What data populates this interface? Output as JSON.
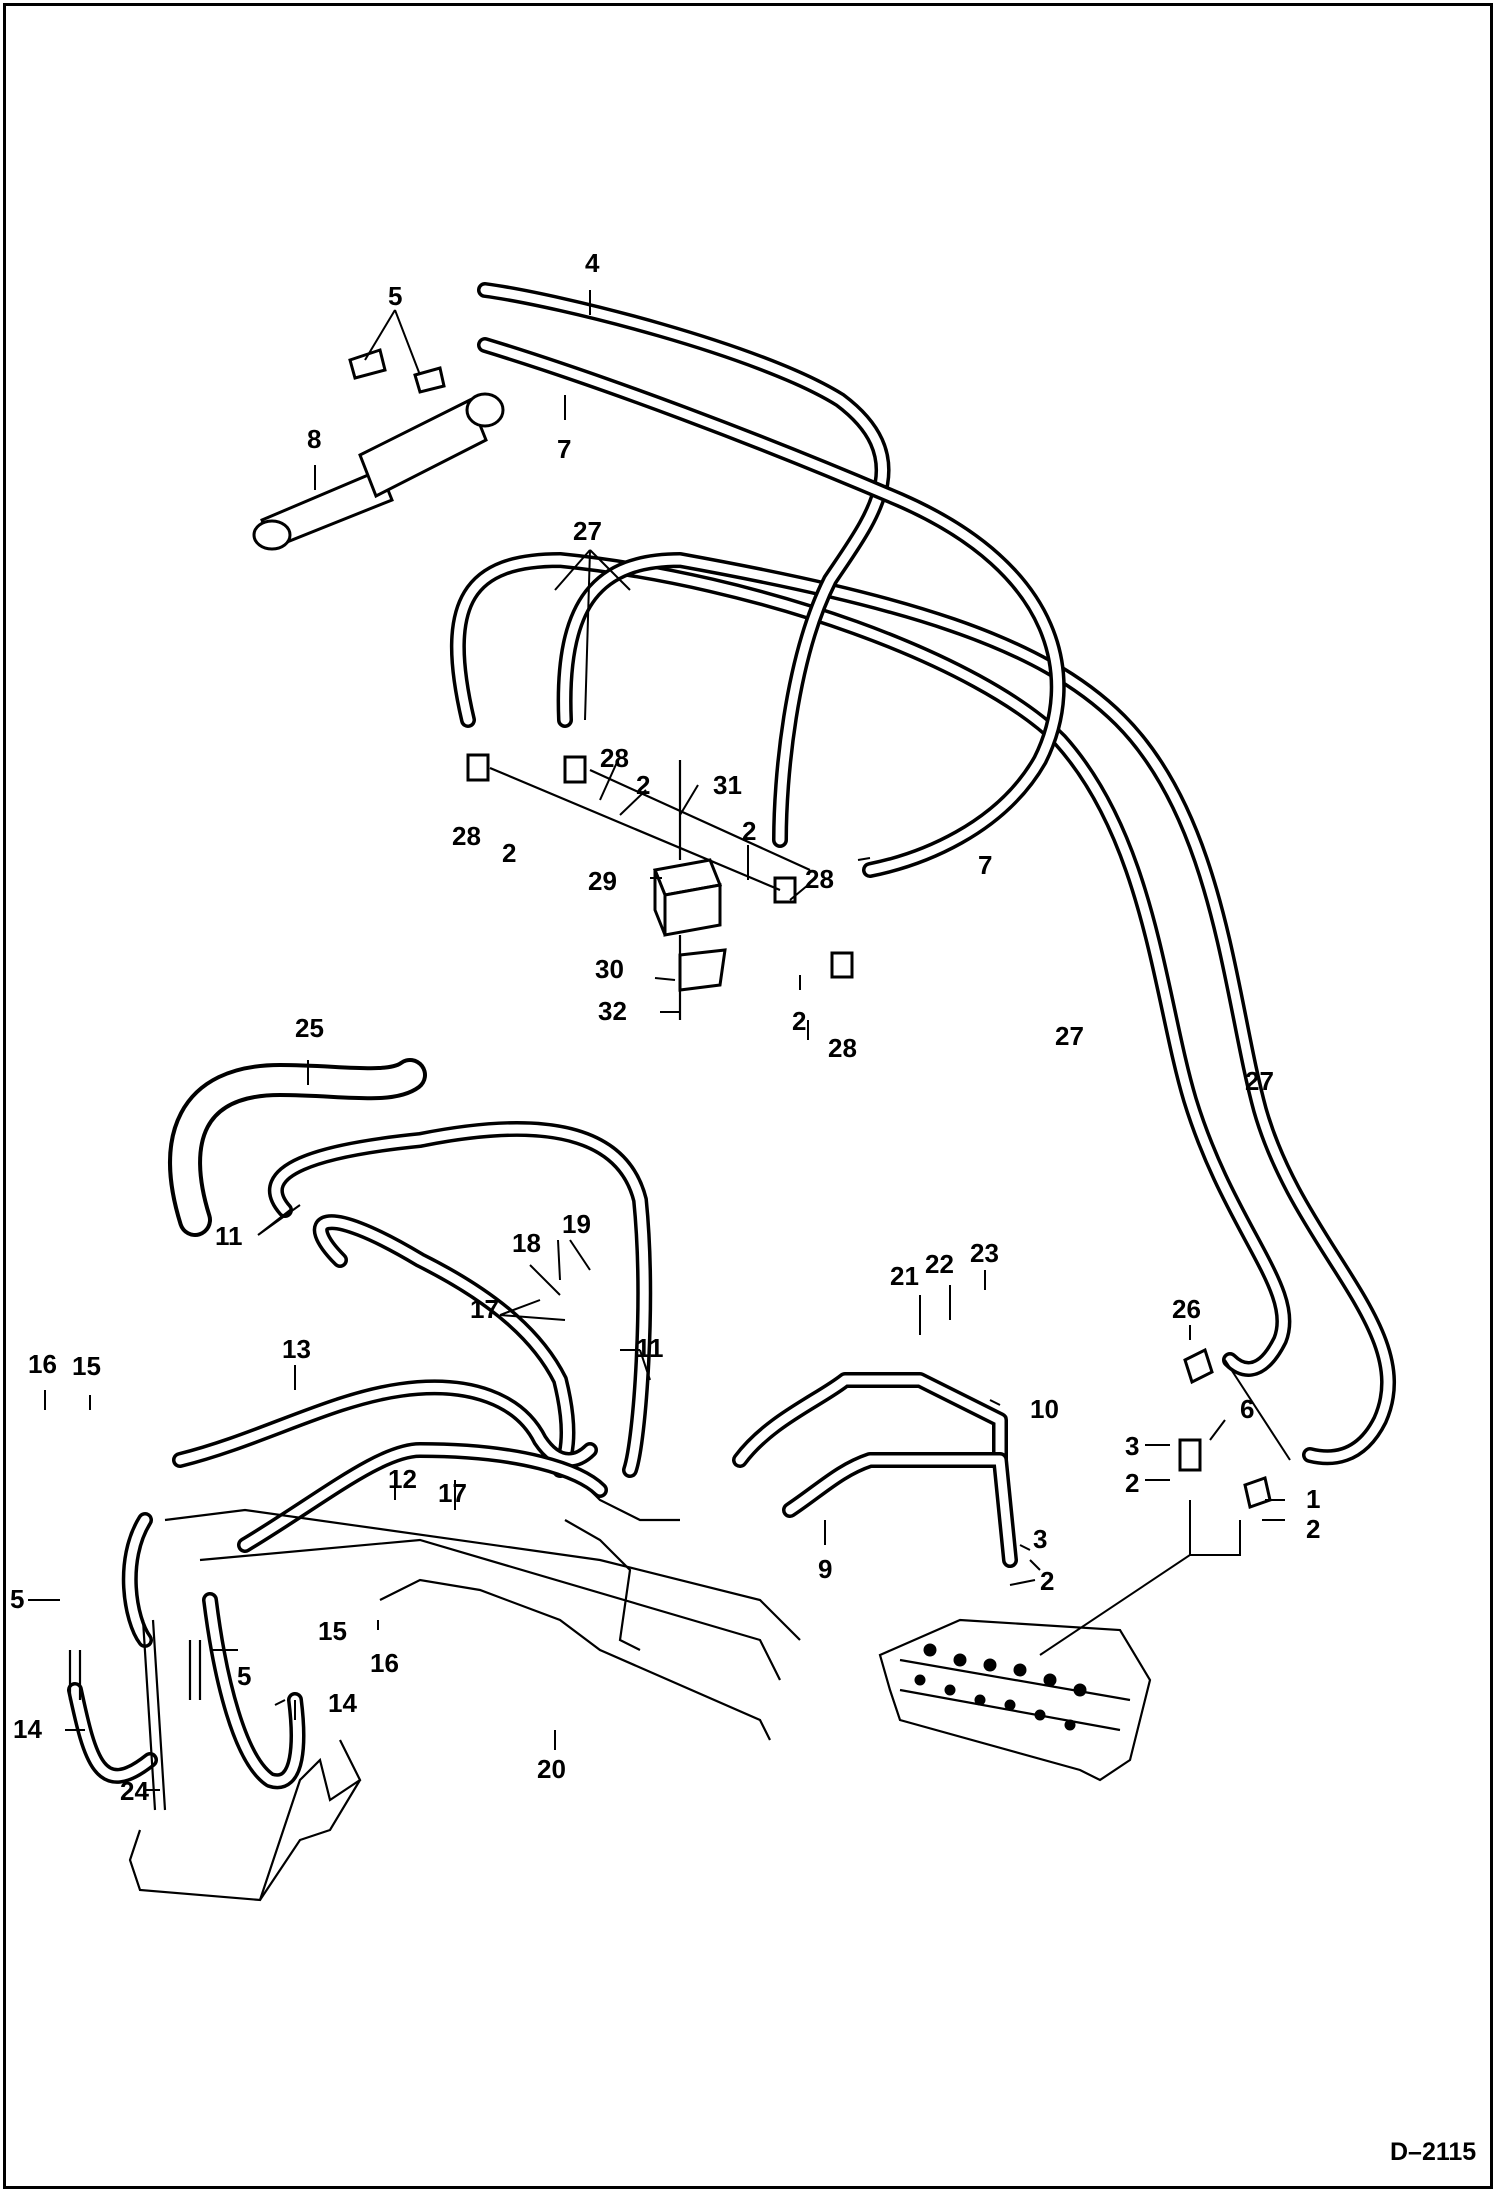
{
  "diagram": {
    "drawing_code": "D–2115",
    "callouts": [
      {
        "id": "c4",
        "text": "4"
      },
      {
        "id": "c5a",
        "text": "5"
      },
      {
        "id": "c7a",
        "text": "7"
      },
      {
        "id": "c8",
        "text": "8"
      },
      {
        "id": "c27a",
        "text": "27"
      },
      {
        "id": "c28a",
        "text": "28"
      },
      {
        "id": "c2a",
        "text": "2"
      },
      {
        "id": "c31",
        "text": "31"
      },
      {
        "id": "c28b",
        "text": "28"
      },
      {
        "id": "c2b",
        "text": "2"
      },
      {
        "id": "c2c",
        "text": "2"
      },
      {
        "id": "c28c",
        "text": "28"
      },
      {
        "id": "c7b",
        "text": "7"
      },
      {
        "id": "c29",
        "text": "29"
      },
      {
        "id": "c30",
        "text": "30"
      },
      {
        "id": "c32",
        "text": "32"
      },
      {
        "id": "c2d",
        "text": "2"
      },
      {
        "id": "c28d",
        "text": "28"
      },
      {
        "id": "c25",
        "text": "25"
      },
      {
        "id": "c27b",
        "text": "27"
      },
      {
        "id": "c27c",
        "text": "27"
      },
      {
        "id": "c11a",
        "text": "11"
      },
      {
        "id": "c19",
        "text": "19"
      },
      {
        "id": "c18",
        "text": "18"
      },
      {
        "id": "c17a",
        "text": "17"
      },
      {
        "id": "c11b",
        "text": "11"
      },
      {
        "id": "c21",
        "text": "21"
      },
      {
        "id": "c22",
        "text": "22"
      },
      {
        "id": "c23",
        "text": "23"
      },
      {
        "id": "c26",
        "text": "26"
      },
      {
        "id": "c16a",
        "text": "16"
      },
      {
        "id": "c15a",
        "text": "15"
      },
      {
        "id": "c13",
        "text": "13"
      },
      {
        "id": "c10",
        "text": "10"
      },
      {
        "id": "c6",
        "text": "6"
      },
      {
        "id": "c3a",
        "text": "3"
      },
      {
        "id": "c1",
        "text": "1"
      },
      {
        "id": "c2e",
        "text": "2"
      },
      {
        "id": "c2f",
        "text": "2"
      },
      {
        "id": "c12",
        "text": "12"
      },
      {
        "id": "c17b",
        "text": "17"
      },
      {
        "id": "c9",
        "text": "9"
      },
      {
        "id": "c3b",
        "text": "3"
      },
      {
        "id": "c2g",
        "text": "2"
      },
      {
        "id": "c5b",
        "text": "5"
      },
      {
        "id": "c15b",
        "text": "15"
      },
      {
        "id": "c16b",
        "text": "16"
      },
      {
        "id": "c5c",
        "text": "5"
      },
      {
        "id": "c14a",
        "text": "14"
      },
      {
        "id": "c14b",
        "text": "14"
      },
      {
        "id": "c24",
        "text": "24"
      },
      {
        "id": "c20",
        "text": "20"
      }
    ]
  }
}
